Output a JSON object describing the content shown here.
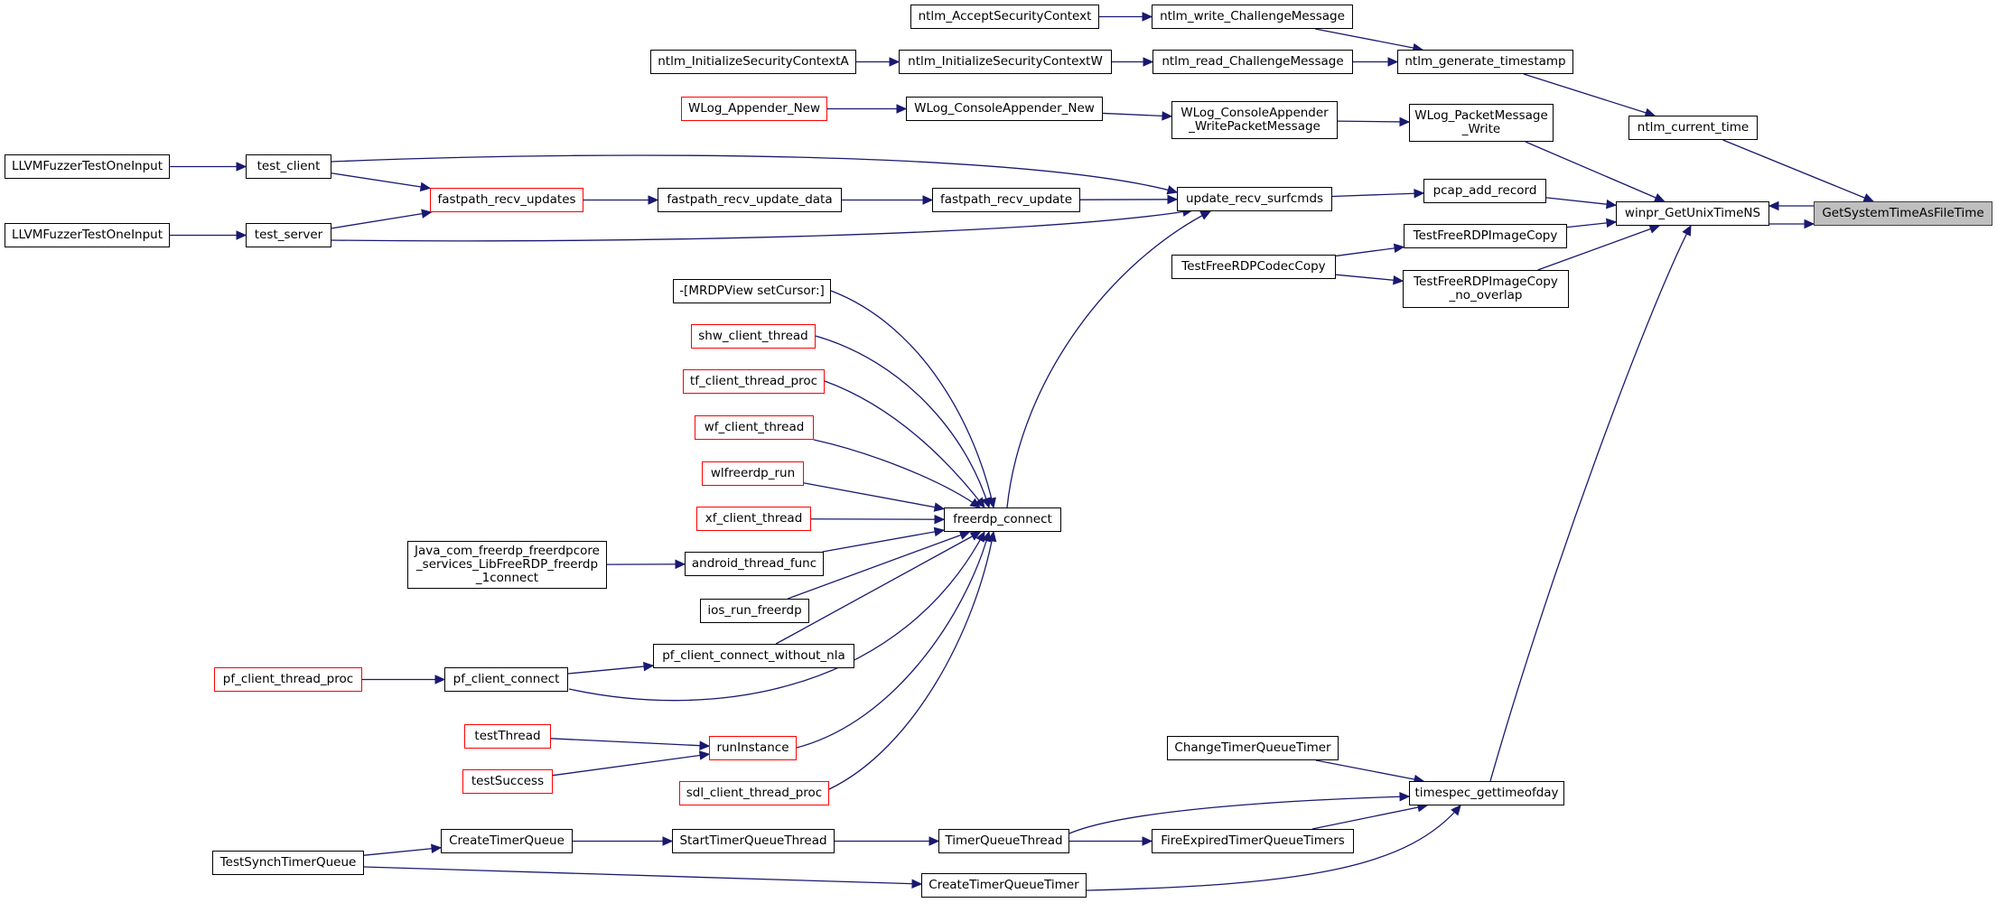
{
  "colors": {
    "edge": "#191970",
    "red_border": "#ff0000",
    "root_fill": "#bfbfbf"
  },
  "nodes": {
    "GetSystemTimeAsFileTime": {
      "label": "GetSystemTimeAsFileTime",
      "style": "grey"
    },
    "winpr_GetUnixTimeNS": {
      "label": "winpr_GetUnixTimeNS",
      "style": ""
    },
    "ntlm_current_time": {
      "label": "ntlm_current_time",
      "style": ""
    },
    "ntlm_generate_timestamp": {
      "label": "ntlm_generate_timestamp",
      "style": ""
    },
    "ntlm_write_ChallengeMessage": {
      "label": "ntlm_write_ChallengeMessage",
      "style": ""
    },
    "ntlm_AcceptSecurityContext": {
      "label": "ntlm_AcceptSecurityContext",
      "style": ""
    },
    "ntlm_read_ChallengeMessage": {
      "label": "ntlm_read_ChallengeMessage",
      "style": ""
    },
    "ntlm_InitializeSecurityContextW": {
      "label": "ntlm_InitializeSecurityContextW",
      "style": ""
    },
    "ntlm_InitializeSecurityContextA": {
      "label": "ntlm_InitializeSecurityContextA",
      "style": ""
    },
    "WLog_PacketMessage_Write": {
      "label": "WLog_PacketMessage\n_Write",
      "style": ""
    },
    "WLog_ConsoleAppender_WritePacketMessage": {
      "label": "WLog_ConsoleAppender\n_WritePacketMessage",
      "style": ""
    },
    "WLog_ConsoleAppender_New": {
      "label": "WLog_ConsoleAppender_New",
      "style": ""
    },
    "WLog_Appender_New": {
      "label": "WLog_Appender_New",
      "style": "red"
    },
    "pcap_add_record": {
      "label": "pcap_add_record",
      "style": ""
    },
    "update_recv_surfcmds": {
      "label": "update_recv_surfcmds",
      "style": ""
    },
    "fastpath_recv_update": {
      "label": "fastpath_recv_update",
      "style": ""
    },
    "fastpath_recv_update_data": {
      "label": "fastpath_recv_update_data",
      "style": ""
    },
    "fastpath_recv_updates": {
      "label": "fastpath_recv_updates",
      "style": "red"
    },
    "test_client": {
      "label": "test_client",
      "style": ""
    },
    "test_server": {
      "label": "test_server",
      "style": ""
    },
    "LLVMFuzzerTestOneInput_1": {
      "label": "LLVMFuzzerTestOneInput",
      "style": ""
    },
    "LLVMFuzzerTestOneInput_2": {
      "label": "LLVMFuzzerTestOneInput",
      "style": ""
    },
    "TestFreeRDPImageCopy": {
      "label": "TestFreeRDPImageCopy",
      "style": ""
    },
    "TestFreeRDPImageCopy_no_overlap": {
      "label": "TestFreeRDPImageCopy\n_no_overlap",
      "style": ""
    },
    "TestFreeRDPCodecCopy": {
      "label": "TestFreeRDPCodecCopy",
      "style": ""
    },
    "freerdp_connect": {
      "label": "freerdp_connect",
      "style": ""
    },
    "MRDPView_setCursor": {
      "label": "-[MRDPView setCursor:]",
      "style": ""
    },
    "shw_client_thread": {
      "label": "shw_client_thread",
      "style": "red"
    },
    "tf_client_thread_proc": {
      "label": "tf_client_thread_proc",
      "style": "red"
    },
    "wf_client_thread": {
      "label": "wf_client_thread",
      "style": "red"
    },
    "wlfreerdp_run": {
      "label": "wlfreerdp_run",
      "style": "red"
    },
    "xf_client_thread": {
      "label": "xf_client_thread",
      "style": "red"
    },
    "android_thread_func": {
      "label": "android_thread_func",
      "style": ""
    },
    "Java_com_freerdp": {
      "label": "Java_com_freerdp_freerdpcore\n_services_LibFreeRDP_freerdp\n_1connect",
      "style": ""
    },
    "ios_run_freerdp": {
      "label": "ios_run_freerdp",
      "style": ""
    },
    "pf_client_connect_without_nla": {
      "label": "pf_client_connect_without_nla",
      "style": ""
    },
    "pf_client_connect": {
      "label": "pf_client_connect",
      "style": ""
    },
    "pf_client_thread_proc": {
      "label": "pf_client_thread_proc",
      "style": "red"
    },
    "runInstance": {
      "label": "runInstance",
      "style": "red"
    },
    "testThread": {
      "label": "testThread",
      "style": "red"
    },
    "testSuccess": {
      "label": "testSuccess",
      "style": "red"
    },
    "sdl_client_thread_proc": {
      "label": "sdl_client_thread_proc",
      "style": "red"
    },
    "timespec_gettimeofday": {
      "label": "timespec_gettimeofday",
      "style": ""
    },
    "ChangeTimerQueueTimer": {
      "label": "ChangeTimerQueueTimer",
      "style": ""
    },
    "FireExpiredTimerQueueTimers": {
      "label": "FireExpiredTimerQueueTimers",
      "style": ""
    },
    "TimerQueueThread": {
      "label": "TimerQueueThread",
      "style": ""
    },
    "StartTimerQueueThread": {
      "label": "StartTimerQueueThread",
      "style": ""
    },
    "CreateTimerQueue": {
      "label": "CreateTimerQueue",
      "style": ""
    },
    "TestSynchTimerQueue": {
      "label": "TestSynchTimerQueue",
      "style": ""
    },
    "CreateTimerQueueTimer": {
      "label": "CreateTimerQueueTimer",
      "style": ""
    }
  },
  "edges": [
    [
      "winpr_GetUnixTimeNS",
      "GetSystemTimeAsFileTime"
    ],
    [
      "GetSystemTimeAsFileTime",
      "winpr_GetUnixTimeNS"
    ],
    [
      "ntlm_current_time",
      "GetSystemTimeAsFileTime"
    ],
    [
      "ntlm_generate_timestamp",
      "ntlm_current_time"
    ],
    [
      "ntlm_write_ChallengeMessage",
      "ntlm_generate_timestamp"
    ],
    [
      "ntlm_AcceptSecurityContext",
      "ntlm_write_ChallengeMessage"
    ],
    [
      "ntlm_read_ChallengeMessage",
      "ntlm_generate_timestamp"
    ],
    [
      "ntlm_InitializeSecurityContextW",
      "ntlm_read_ChallengeMessage"
    ],
    [
      "ntlm_InitializeSecurityContextA",
      "ntlm_InitializeSecurityContextW"
    ],
    [
      "WLog_PacketMessage_Write",
      "winpr_GetUnixTimeNS"
    ],
    [
      "WLog_ConsoleAppender_WritePacketMessage",
      "WLog_PacketMessage_Write"
    ],
    [
      "WLog_ConsoleAppender_New",
      "WLog_ConsoleAppender_WritePacketMessage"
    ],
    [
      "WLog_Appender_New",
      "WLog_ConsoleAppender_New"
    ],
    [
      "pcap_add_record",
      "winpr_GetUnixTimeNS"
    ],
    [
      "update_recv_surfcmds",
      "pcap_add_record"
    ],
    [
      "fastpath_recv_update",
      "update_recv_surfcmds"
    ],
    [
      "fastpath_recv_update_data",
      "fastpath_recv_update"
    ],
    [
      "fastpath_recv_updates",
      "fastpath_recv_update_data"
    ],
    [
      "test_client",
      "fastpath_recv_updates"
    ],
    [
      "test_server",
      "fastpath_recv_updates"
    ],
    [
      "test_client",
      "update_recv_surfcmds"
    ],
    [
      "test_server",
      "update_recv_surfcmds"
    ],
    [
      "LLVMFuzzerTestOneInput_1",
      "test_client"
    ],
    [
      "LLVMFuzzerTestOneInput_2",
      "test_server"
    ],
    [
      "freerdp_connect",
      "update_recv_surfcmds"
    ],
    [
      "TestFreeRDPImageCopy",
      "winpr_GetUnixTimeNS"
    ],
    [
      "TestFreeRDPImageCopy_no_overlap",
      "winpr_GetUnixTimeNS"
    ],
    [
      "TestFreeRDPCodecCopy",
      "TestFreeRDPImageCopy"
    ],
    [
      "TestFreeRDPCodecCopy",
      "TestFreeRDPImageCopy_no_overlap"
    ],
    [
      "timespec_gettimeofday",
      "winpr_GetUnixTimeNS"
    ],
    [
      "MRDPView_setCursor",
      "freerdp_connect"
    ],
    [
      "shw_client_thread",
      "freerdp_connect"
    ],
    [
      "tf_client_thread_proc",
      "freerdp_connect"
    ],
    [
      "wf_client_thread",
      "freerdp_connect"
    ],
    [
      "wlfreerdp_run",
      "freerdp_connect"
    ],
    [
      "xf_client_thread",
      "freerdp_connect"
    ],
    [
      "android_thread_func",
      "freerdp_connect"
    ],
    [
      "Java_com_freerdp",
      "android_thread_func"
    ],
    [
      "ios_run_freerdp",
      "freerdp_connect"
    ],
    [
      "pf_client_connect_without_nla",
      "freerdp_connect"
    ],
    [
      "pf_client_connect",
      "pf_client_connect_without_nla"
    ],
    [
      "pf_client_connect",
      "freerdp_connect"
    ],
    [
      "pf_client_thread_proc",
      "pf_client_connect"
    ],
    [
      "runInstance",
      "freerdp_connect"
    ],
    [
      "testThread",
      "runInstance"
    ],
    [
      "testSuccess",
      "runInstance"
    ],
    [
      "sdl_client_thread_proc",
      "freerdp_connect"
    ],
    [
      "ChangeTimerQueueTimer",
      "timespec_gettimeofday"
    ],
    [
      "FireExpiredTimerQueueTimers",
      "timespec_gettimeofday"
    ],
    [
      "TimerQueueThread",
      "FireExpiredTimerQueueTimers"
    ],
    [
      "TimerQueueThread",
      "timespec_gettimeofday"
    ],
    [
      "StartTimerQueueThread",
      "TimerQueueThread"
    ],
    [
      "CreateTimerQueue",
      "StartTimerQueueThread"
    ],
    [
      "TestSynchTimerQueue",
      "CreateTimerQueue"
    ],
    [
      "TestSynchTimerQueue",
      "CreateTimerQueueTimer"
    ],
    [
      "CreateTimerQueueTimer",
      "timespec_gettimeofday"
    ]
  ]
}
